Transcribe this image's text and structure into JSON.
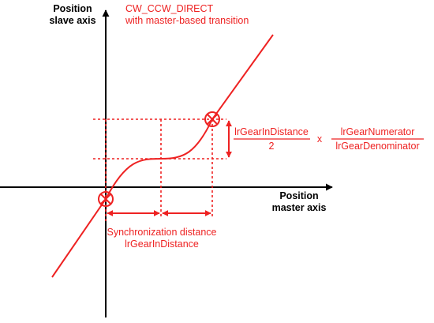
{
  "colors": {
    "accent": "#ee2222",
    "axis": "#000000",
    "background": "#ffffff"
  },
  "axes": {
    "y_label_line1": "Position",
    "y_label_line2": "slave axis",
    "x_label_line1": "Position",
    "x_label_line2": "master axis"
  },
  "title": {
    "line1": "CW_CCW_DIRECT",
    "line2": "with master-based transition"
  },
  "formula": {
    "numerator_left": "lrGearInDistance",
    "denominator_left": "2",
    "operator": "x",
    "numerator_right": "lrGearNumerator",
    "denominator_right": "lrGearDenominator"
  },
  "sync": {
    "line1": "Synchronization distance",
    "line2": "lrGearInDistance"
  },
  "markers": [
    "circle-x-marker",
    "circle-x-marker"
  ]
}
